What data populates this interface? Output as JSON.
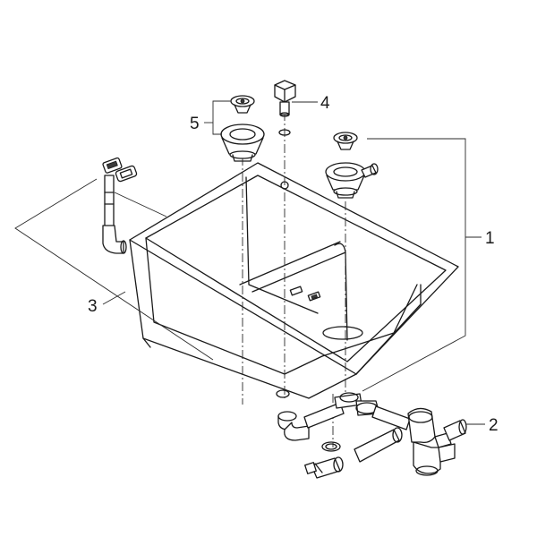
{
  "callouts": [
    {
      "id": "callout-1",
      "text": "1"
    },
    {
      "id": "callout-2",
      "text": "2"
    },
    {
      "id": "callout-3",
      "text": "3"
    },
    {
      "id": "callout-4",
      "text": "4"
    },
    {
      "id": "callout-5",
      "text": "5"
    }
  ],
  "colors": {
    "line": "#1a1a1a",
    "background": "#ffffff"
  }
}
